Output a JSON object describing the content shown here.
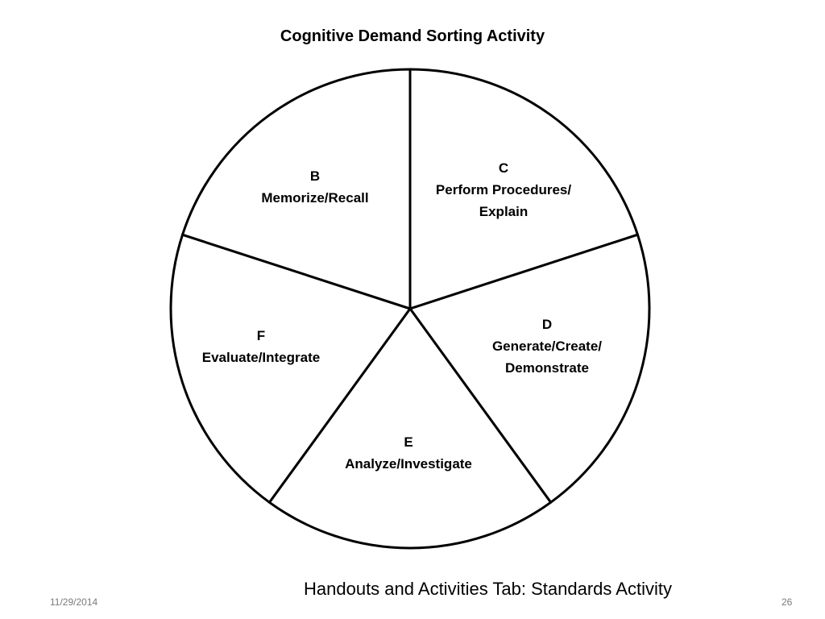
{
  "slide": {
    "title": "Cognitive Demand Sorting Activity",
    "footer_caption": "Handouts and Activities Tab: Standards Activity",
    "date": "11/29/2014",
    "page_number": "26"
  },
  "diagram": {
    "segments": [
      {
        "letter": "C",
        "lines": [
          "Perform Procedures/",
          "Explain"
        ]
      },
      {
        "letter": "D",
        "lines": [
          "Generate/Create/",
          "Demonstrate"
        ]
      },
      {
        "letter": "E",
        "lines": [
          "Analyze/Investigate"
        ]
      },
      {
        "letter": "F",
        "lines": [
          "Evaluate/Integrate"
        ]
      },
      {
        "letter": "B",
        "lines": [
          "Memorize/Recall"
        ]
      }
    ]
  },
  "colors": {
    "stroke": "#000000",
    "background": "#ffffff",
    "footer_text": "#7a7a7a"
  }
}
